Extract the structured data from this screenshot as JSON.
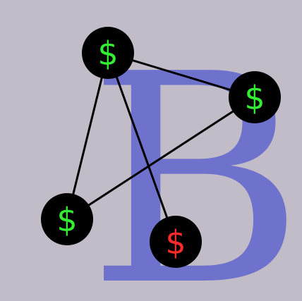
{
  "background_color": "#c2bcc9",
  "watermark": {
    "letter": "B",
    "color": "#6f72cc"
  },
  "graph": {
    "nodes": [
      {
        "id": "n1",
        "label": "$",
        "color": "#33ee33"
      },
      {
        "id": "n2",
        "label": "$",
        "color": "#33ee33"
      },
      {
        "id": "n3",
        "label": "$",
        "color": "#33ee33"
      },
      {
        "id": "n4",
        "label": "$",
        "color": "#ff2a2a"
      }
    ],
    "edges": [
      {
        "from": "n1",
        "to": "n2"
      },
      {
        "from": "n1",
        "to": "n3"
      },
      {
        "from": "n1",
        "to": "n4"
      },
      {
        "from": "n2",
        "to": "n3"
      }
    ]
  }
}
